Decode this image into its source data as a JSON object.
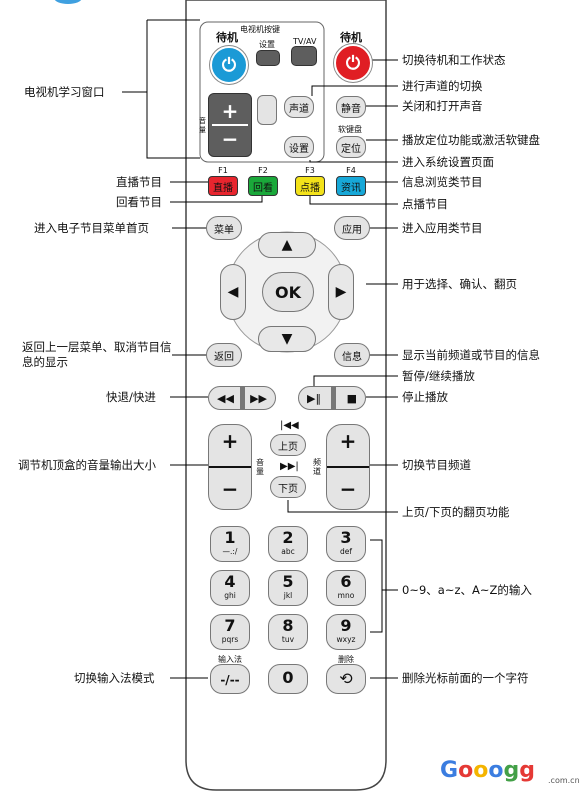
{
  "remote": {
    "tv_keys_title": "电视机按键",
    "standby_left": "待机",
    "settings_small": "设置",
    "tvav": "TV/AV",
    "standby_right": "待机",
    "volume_left_label": "音量",
    "channel_sound": "声道",
    "mute": "静音",
    "soft_keyboard": "软键盘",
    "locate": "定位",
    "settings": "设置",
    "f1": "F1",
    "f2": "F2",
    "f3": "F3",
    "f4": "F4",
    "live": "直播",
    "replay": "回看",
    "vod": "点播",
    "info_news": "资讯",
    "menu": "菜单",
    "apps": "应用",
    "ok": "OK",
    "back": "返回",
    "info": "信息",
    "page_up": "上页",
    "page_down": "下页",
    "vol_label": "音量",
    "ch_label": "频道",
    "keys": [
      {
        "d": "1",
        "s": "—.:/"
      },
      {
        "d": "2",
        "s": "abc"
      },
      {
        "d": "3",
        "s": "def"
      },
      {
        "d": "4",
        "s": "ghi"
      },
      {
        "d": "5",
        "s": "jkl"
      },
      {
        "d": "6",
        "s": "mno"
      },
      {
        "d": "7",
        "s": "pqrs"
      },
      {
        "d": "8",
        "s": "tuv"
      },
      {
        "d": "9",
        "s": "wxyz"
      }
    ],
    "input_method_label": "输入法",
    "input_method_key": "-/--",
    "zero": "0",
    "delete_label": "删除",
    "colors": {
      "red": "#e8252e",
      "green": "#1aa83a",
      "yellow": "#f3e21a",
      "cyan": "#17a8d8",
      "standby_blue": "#1b9ad6",
      "standby_red": "#e01e24"
    }
  },
  "annotations": {
    "tv_learning": "电视机学习窗口",
    "toggle_standby": "切换待机和工作状态",
    "switch_channel_sound": "进行声道的切换",
    "mute_toggle": "关闭和打开声音",
    "locate_softkey": "播放定位功能或激活软键盘",
    "enter_settings": "进入系统设置页面",
    "live_prog": "直播节目",
    "replay_prog": "回看节目",
    "info_browse": "信息浏览类节目",
    "vod_prog": "点播节目",
    "epg_home": "进入电子节目菜单首页",
    "app_prog": "进入应用类节目",
    "select_confirm": "用于选择、确认、翻页",
    "back_desc": "返回上一层菜单、取消节目信息的显示",
    "info_desc": "显示当前频道或节目的信息",
    "pause_play": "暂停/继续播放",
    "rew_ff": "快退/快进",
    "stop_play": "停止播放",
    "adjust_volume": "调节机顶盒的音量输出大小",
    "switch_channel": "切换节目频道",
    "page_updown": "上页/下页的翻页功能",
    "digit_input": "0~9、a~z、A~Z的输入",
    "switch_input": "切换输入法模式",
    "delete_char": "删除光标前面的一个字符"
  },
  "watermark": {
    "text": "Gooogg",
    "domain": ".com.cn"
  }
}
